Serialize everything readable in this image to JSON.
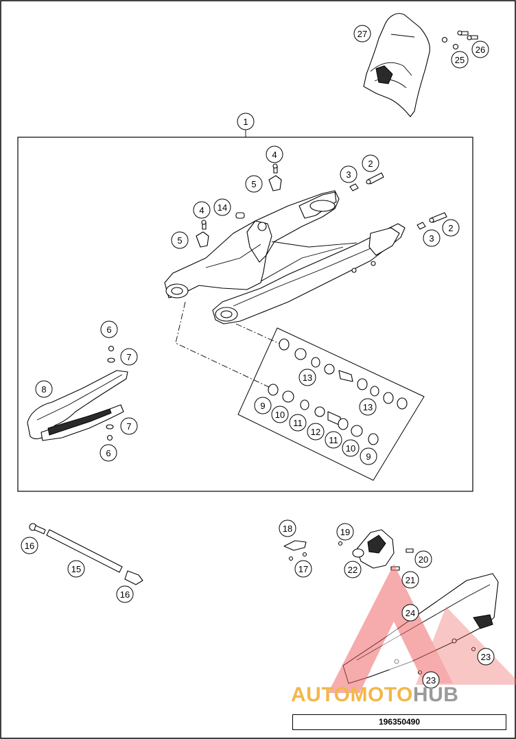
{
  "callouts": [
    {
      "id": "c27",
      "label": "27"
    },
    {
      "id": "c26",
      "label": "26"
    },
    {
      "id": "c25",
      "label": "25"
    },
    {
      "id": "c1",
      "label": "1"
    },
    {
      "id": "c4a",
      "label": "4"
    },
    {
      "id": "c2a",
      "label": "2"
    },
    {
      "id": "c3a",
      "label": "3"
    },
    {
      "id": "c5a",
      "label": "5"
    },
    {
      "id": "c4b",
      "label": "4"
    },
    {
      "id": "c14",
      "label": "14"
    },
    {
      "id": "c2b",
      "label": "2"
    },
    {
      "id": "c3b",
      "label": "3"
    },
    {
      "id": "c5b",
      "label": "5"
    },
    {
      "id": "c6a",
      "label": "6"
    },
    {
      "id": "c7a",
      "label": "7"
    },
    {
      "id": "c8",
      "label": "8"
    },
    {
      "id": "c13a",
      "label": "13"
    },
    {
      "id": "c13b",
      "label": "13"
    },
    {
      "id": "c9a",
      "label": "9"
    },
    {
      "id": "c10a",
      "label": "10"
    },
    {
      "id": "c11a",
      "label": "11"
    },
    {
      "id": "c12",
      "label": "12"
    },
    {
      "id": "c11b",
      "label": "11"
    },
    {
      "id": "c10b",
      "label": "10"
    },
    {
      "id": "c9b",
      "label": "9"
    },
    {
      "id": "c7b",
      "label": "7"
    },
    {
      "id": "c6b",
      "label": "6"
    },
    {
      "id": "c16a",
      "label": "16"
    },
    {
      "id": "c15",
      "label": "15"
    },
    {
      "id": "c16b",
      "label": "16"
    },
    {
      "id": "c18",
      "label": "18"
    },
    {
      "id": "c17",
      "label": "17"
    },
    {
      "id": "c19",
      "label": "19"
    },
    {
      "id": "c22",
      "label": "22"
    },
    {
      "id": "c20",
      "label": "20"
    },
    {
      "id": "c21",
      "label": "21"
    },
    {
      "id": "c24",
      "label": "24"
    },
    {
      "id": "c23a",
      "label": "23"
    },
    {
      "id": "c23b",
      "label": "23"
    }
  ],
  "watermark": {
    "word1": "AUTO",
    "word2": "MOTO",
    "word3": "HUB"
  },
  "drawing_number": "196350490",
  "colors": {
    "ink": "#000000",
    "watermark_red": "#f06a6a",
    "watermark_orange": "#f2b74a",
    "watermark_grey": "#9a9a9a"
  }
}
